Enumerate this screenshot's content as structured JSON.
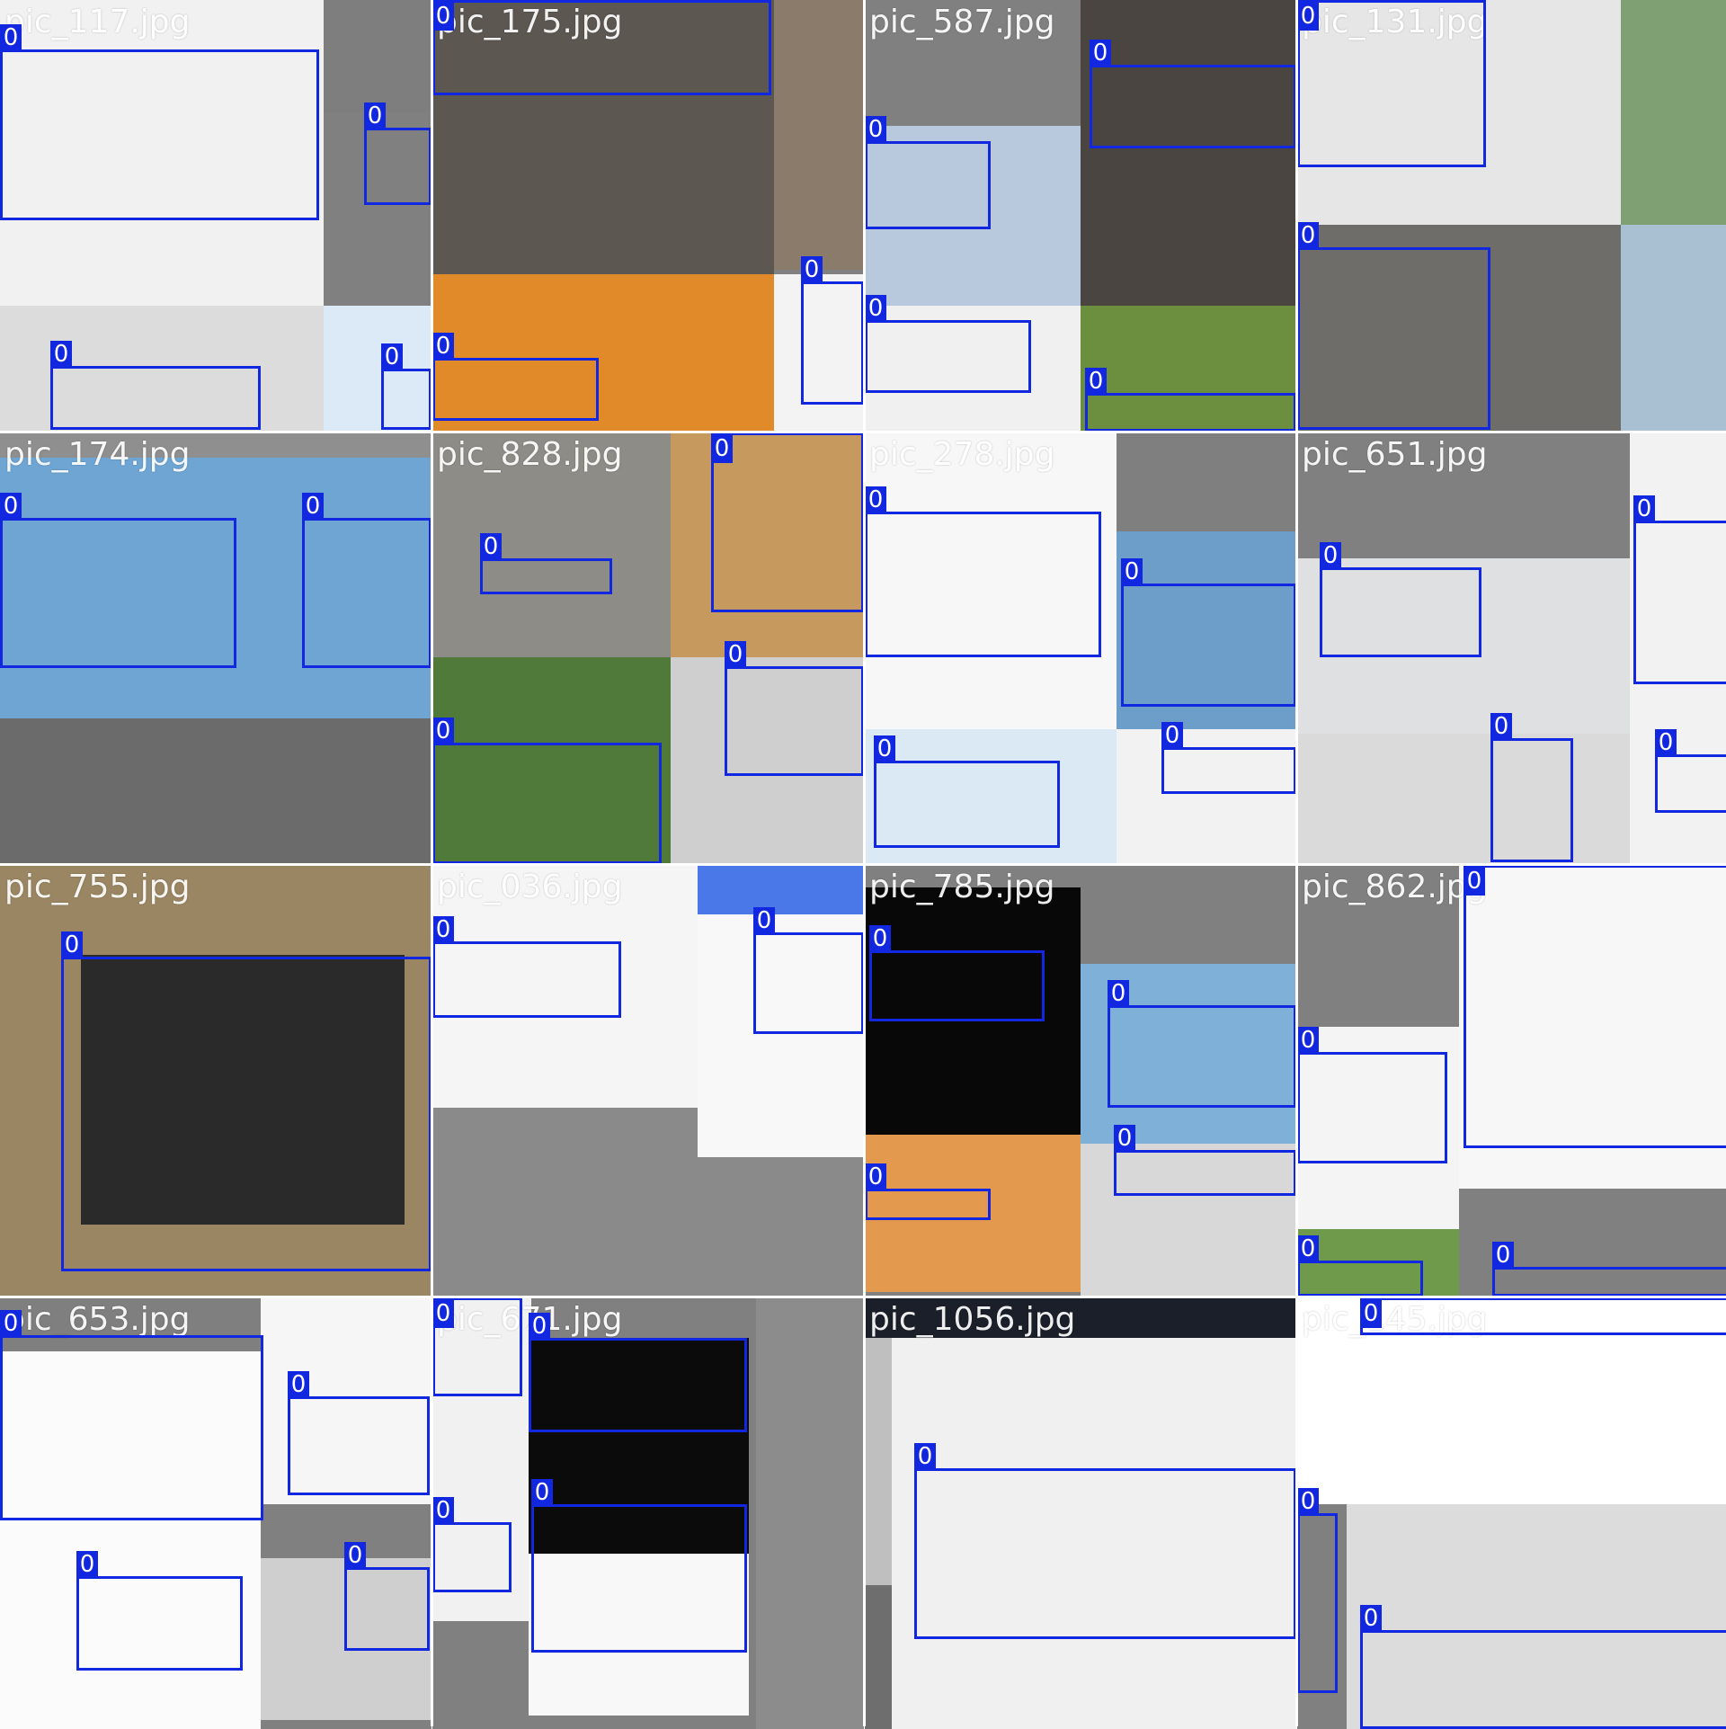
{
  "mosaic": {
    "title": "",
    "class_label": "0",
    "box_color": "#1128e0",
    "label_text_color": "#ffffff",
    "tiles": [
      {
        "filename": "pic_117.jpg",
        "regions": [
          [
            "#f1f1f1",
            0,
            0,
            360,
            340
          ],
          [
            "#7e7e7e",
            360,
            0,
            120,
            125
          ],
          [
            "#dcdcdc",
            0,
            340,
            360,
            140
          ],
          [
            "#dce9f7",
            360,
            340,
            120,
            140
          ]
        ],
        "boxes": [
          [
            0,
            55,
            355,
            245
          ],
          [
            405,
            142,
            480,
            228
          ],
          [
            56,
            407,
            290,
            478
          ],
          [
            424,
            410,
            480,
            478
          ]
        ]
      },
      {
        "filename": "pic_175.jpg",
        "regions": [
          [
            "#5c5751",
            0,
            0,
            380,
            305
          ],
          [
            "#8a7b6a",
            380,
            0,
            100,
            300
          ],
          [
            "#e08a2a",
            0,
            305,
            380,
            175
          ],
          [
            "#f3f3f3",
            380,
            305,
            100,
            175
          ]
        ],
        "boxes": [
          [
            0,
            0,
            377,
            106
          ],
          [
            410,
            313,
            480,
            450
          ],
          [
            0,
            398,
            185,
            468
          ]
        ]
      },
      {
        "filename": "pic_587.jpg",
        "regions": [
          [
            "#808080",
            0,
            0,
            240,
            140
          ],
          [
            "#b8c9dd",
            0,
            140,
            240,
            200
          ],
          [
            "#4a4541",
            240,
            0,
            240,
            340
          ],
          [
            "#f0f0f0",
            0,
            340,
            240,
            140
          ],
          [
            "#6b8f3e",
            240,
            340,
            240,
            140
          ]
        ],
        "boxes": [
          [
            250,
            72,
            480,
            165
          ],
          [
            0,
            157,
            140,
            255
          ],
          [
            0,
            356,
            185,
            437
          ],
          [
            245,
            437,
            480,
            480
          ]
        ]
      },
      {
        "filename": "pic_131.jpg",
        "regions": [
          [
            "#e6e6e6",
            0,
            0,
            360,
            250
          ],
          [
            "#7fa072",
            360,
            0,
            120,
            250
          ],
          [
            "#6e6d6a",
            0,
            250,
            360,
            230
          ],
          [
            "#a9bfd2",
            360,
            250,
            120,
            230
          ]
        ],
        "boxes": [
          [
            0,
            0,
            210,
            186
          ],
          [
            0,
            275,
            215,
            478
          ]
        ]
      },
      {
        "filename": "pic_174.jpg",
        "regions": [
          [
            "#8f8f8f",
            0,
            0,
            480,
            28
          ],
          [
            "#6ea5d3",
            0,
            28,
            480,
            290
          ],
          [
            "#6b6b6b",
            0,
            318,
            480,
            162
          ]
        ],
        "boxes": [
          [
            0,
            95,
            263,
            262
          ],
          [
            336,
            95,
            480,
            262
          ]
        ]
      },
      {
        "filename": "pic_828.jpg",
        "regions": [
          [
            "#8e8c87",
            0,
            0,
            265,
            250
          ],
          [
            "#c69a5f",
            265,
            0,
            215,
            250
          ],
          [
            "#4f7a3a",
            0,
            250,
            265,
            230
          ],
          [
            "#cfcfcf",
            265,
            250,
            215,
            230
          ]
        ],
        "boxes": [
          [
            53,
            140,
            200,
            180
          ],
          [
            310,
            0,
            480,
            200
          ],
          [
            325,
            260,
            480,
            382
          ],
          [
            0,
            345,
            255,
            480
          ]
        ]
      },
      {
        "filename": "pic_278.jpg",
        "regions": [
          [
            "#f7f7f7",
            0,
            0,
            280,
            330
          ],
          [
            "#7f7f7f",
            280,
            0,
            200,
            110
          ],
          [
            "#6d9ec9",
            280,
            110,
            200,
            220
          ],
          [
            "#dbe9f5",
            0,
            330,
            280,
            150
          ],
          [
            "#f2f2f2",
            280,
            330,
            200,
            150
          ]
        ],
        "boxes": [
          [
            0,
            88,
            263,
            250
          ],
          [
            285,
            168,
            480,
            305
          ],
          [
            10,
            365,
            217,
            462
          ],
          [
            330,
            350,
            480,
            402
          ]
        ]
      },
      {
        "filename": "pic_651.jpg",
        "regions": [
          [
            "#808080",
            0,
            0,
            370,
            140
          ],
          [
            "#dfe0e2",
            0,
            140,
            370,
            195
          ],
          [
            "#dadada",
            0,
            335,
            370,
            145
          ],
          [
            "#f2f2f2",
            370,
            0,
            110,
            480
          ]
        ],
        "boxes": [
          [
            25,
            150,
            205,
            250
          ],
          [
            374,
            98,
            480,
            280
          ],
          [
            215,
            340,
            307,
            478
          ],
          [
            398,
            358,
            480,
            423
          ]
        ]
      },
      {
        "filename": "pic_755.jpg",
        "regions": [
          [
            "#9a8662",
            0,
            0,
            480,
            480
          ],
          [
            "#2a2a2a",
            90,
            100,
            360,
            300
          ]
        ],
        "boxes": [
          [
            68,
            102,
            480,
            452
          ]
        ]
      },
      {
        "filename": "pic_036.jpg",
        "regions": [
          [
            "#f5f5f5",
            0,
            0,
            300,
            270
          ],
          [
            "#8a8a8a",
            0,
            270,
            480,
            210
          ],
          [
            "#4a78e8",
            295,
            0,
            185,
            55
          ],
          [
            "#f8f8f8",
            295,
            55,
            185,
            270
          ]
        ],
        "boxes": [
          [
            0,
            85,
            210,
            170
          ],
          [
            357,
            75,
            480,
            188
          ]
        ]
      },
      {
        "filename": "pic_785.jpg",
        "regions": [
          [
            "#808080",
            0,
            0,
            480,
            25
          ],
          [
            "#080808",
            0,
            25,
            240,
            275
          ],
          [
            "#e39a4e",
            0,
            300,
            240,
            175
          ],
          [
            "#7eb0d8",
            240,
            110,
            240,
            200
          ],
          [
            "#d8d8d8",
            240,
            310,
            240,
            170
          ]
        ],
        "boxes": [
          [
            5,
            95,
            200,
            174
          ],
          [
            270,
            156,
            480,
            270
          ],
          [
            277,
            317,
            480,
            368
          ],
          [
            0,
            360,
            140,
            395
          ]
        ]
      },
      {
        "filename": "pic_862.jpg",
        "regions": [
          [
            "#808080",
            0,
            0,
            180,
            180
          ],
          [
            "#f4f4f4",
            0,
            180,
            180,
            300
          ],
          [
            "#f7f7f7",
            180,
            0,
            300,
            360
          ],
          [
            "#6f9a4b",
            0,
            405,
            180,
            75
          ]
        ],
        "boxes": [
          [
            185,
            0,
            480,
            315
          ],
          [
            0,
            208,
            167,
            332
          ],
          [
            0,
            440,
            140,
            480
          ],
          [
            217,
            447,
            480,
            480
          ]
        ]
      },
      {
        "filename": "pic_653.jpg",
        "regions": [
          [
            "#7f7f7f",
            0,
            0,
            480,
            60
          ],
          [
            "#fbfbfb",
            0,
            60,
            290,
            420
          ],
          [
            "#f6f6f6",
            290,
            0,
            190,
            230
          ],
          [
            "#cfcfcf",
            290,
            290,
            190,
            180
          ]
        ],
        "boxes": [
          [
            0,
            42,
            293,
            248
          ],
          [
            320,
            110,
            478,
            220
          ],
          [
            85,
            310,
            270,
            415
          ],
          [
            383,
            300,
            478,
            393
          ]
        ]
      },
      {
        "filename": "pic_671.jpg",
        "regions": [
          [
            "#f1f1f1",
            0,
            0,
            110,
            360
          ],
          [
            "#0b0b0b",
            107,
            45,
            245,
            240
          ],
          [
            "#f8f8f8",
            107,
            285,
            245,
            180
          ],
          [
            "#8c8c8c",
            360,
            0,
            120,
            480
          ]
        ],
        "boxes": [
          [
            0,
            0,
            100,
            110
          ],
          [
            107,
            45,
            350,
            150
          ],
          [
            0,
            250,
            88,
            328
          ],
          [
            110,
            230,
            350,
            395
          ]
        ]
      },
      {
        "filename": "pic_1056.jpg",
        "regions": [
          [
            "#1b1f29",
            0,
            0,
            480,
            45
          ],
          [
            "#bfbfbf",
            0,
            45,
            30,
            435
          ],
          [
            "#f0f0f0",
            30,
            45,
            450,
            435
          ],
          [
            "#6e6e6e",
            0,
            320,
            30,
            160
          ]
        ],
        "boxes": [
          [
            55,
            190,
            480,
            380
          ]
        ]
      },
      {
        "filename": "pic_145.jpg",
        "regions": [
          [
            "#ffffff",
            0,
            0,
            480,
            230
          ],
          [
            "#dcdcdc",
            55,
            230,
            425,
            250
          ]
        ],
        "boxes": [
          [
            70,
            0,
            480,
            42
          ],
          [
            0,
            240,
            45,
            440
          ],
          [
            70,
            370,
            480,
            480
          ]
        ]
      }
    ]
  }
}
